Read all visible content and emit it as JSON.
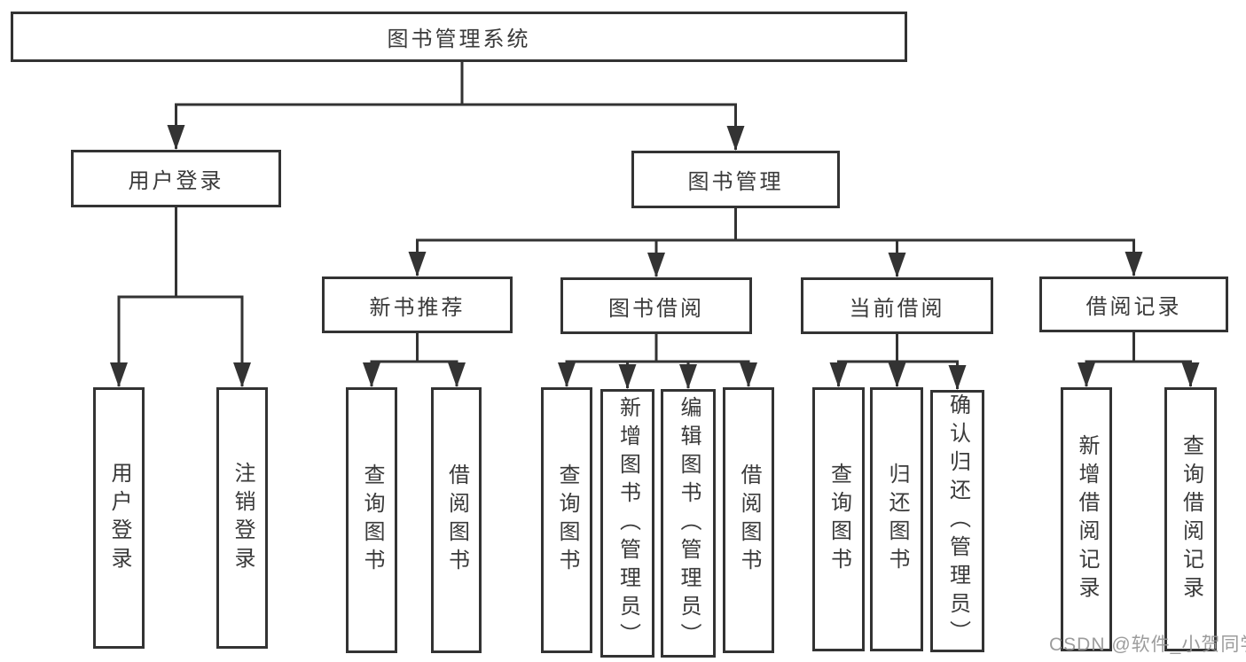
{
  "nodes": {
    "root": "图书管理系统",
    "user_login": "用户登录",
    "book_mgmt": "图书管理",
    "new_book_rec": "新书推荐",
    "book_borrow": "图书借阅",
    "current_borrow": "当前借阅",
    "borrow_records": "借阅记录",
    "leaf_user_login": "用户登录",
    "leaf_logout": "注销登录",
    "leaf_query_book_rec": "查询图书",
    "leaf_borrow_book_rec": "借阅图书",
    "leaf_query_book_borrow": "查询图书",
    "leaf_add_book": "新增图书（管理员）",
    "leaf_edit_book": "编辑图书（管理员）",
    "leaf_borrow_book_borrow": "借阅图书",
    "leaf_query_book_current": "查询图书",
    "leaf_return_book": "归还图书",
    "leaf_confirm_return": "确认归还（管理员）",
    "leaf_add_record": "新增借阅记录",
    "leaf_query_record": "查询借阅记录"
  },
  "structure": [
    {
      "label": "图书管理系统",
      "children": [
        {
          "label": "用户登录",
          "children": [
            {
              "label": "用户登录"
            },
            {
              "label": "注销登录"
            }
          ]
        },
        {
          "label": "图书管理",
          "children": [
            {
              "label": "新书推荐",
              "children": [
                {
                  "label": "查询图书"
                },
                {
                  "label": "借阅图书"
                }
              ]
            },
            {
              "label": "图书借阅",
              "children": [
                {
                  "label": "查询图书"
                },
                {
                  "label": "新增图书（管理员）"
                },
                {
                  "label": "编辑图书（管理员）"
                },
                {
                  "label": "借阅图书"
                }
              ]
            },
            {
              "label": "当前借阅",
              "children": [
                {
                  "label": "查询图书"
                },
                {
                  "label": "归还图书"
                },
                {
                  "label": "确认归还（管理员）"
                }
              ]
            },
            {
              "label": "借阅记录",
              "children": [
                {
                  "label": "新增借阅记录"
                },
                {
                  "label": "查询借阅记录"
                }
              ]
            }
          ]
        }
      ]
    }
  ],
  "watermark": {
    "text": "CSDN @软件_小贺同学"
  },
  "colors": {
    "line": "#333333",
    "box_border": "#333333",
    "text": "#3a3a3a",
    "background": "#ffffff",
    "watermark": "#949494"
  }
}
